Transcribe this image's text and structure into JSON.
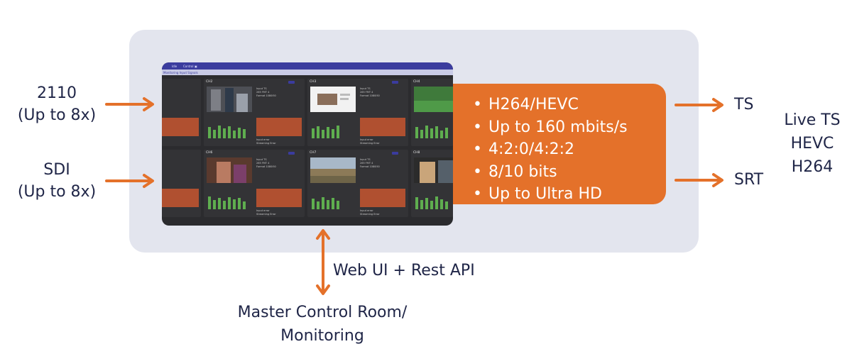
{
  "inputs": [
    {
      "name": "2110",
      "detail": "(Up to 8x)"
    },
    {
      "name": "SDI",
      "detail": "(Up to 8x)"
    }
  ],
  "encoder_features": [
    "H264/HEVC",
    "Up to 160 mbits/s",
    "4:2:0/4:2:2",
    "8/10 bits",
    "Up to Ultra HD"
  ],
  "outputs": [
    "TS",
    "SRT"
  ],
  "output_formats": [
    "Live TS",
    "HEVC",
    "H264"
  ],
  "control": {
    "label": "Web UI + Rest API",
    "destination_line1": "Master Control Room/",
    "destination_line2": "Monitoring"
  },
  "screenshot": {
    "top_tabs": [
      "ldle",
      "Control",
      "▣"
    ],
    "subbar_label": "Monitoring Input Signals",
    "channels": [
      "CH2",
      "CH3",
      "CH4",
      "CH6",
      "CH7",
      "CH8"
    ],
    "tile_meta": "Input TS\n265 FMT 4\nFormat 1080i50",
    "tile_footer": "Input error\nStreaming Error"
  },
  "colors": {
    "accent_orange": "#e4712a",
    "box_background": "#e3e5ee",
    "text_navy": "#1f2547",
    "ui_bar": "#3b3c9e"
  }
}
